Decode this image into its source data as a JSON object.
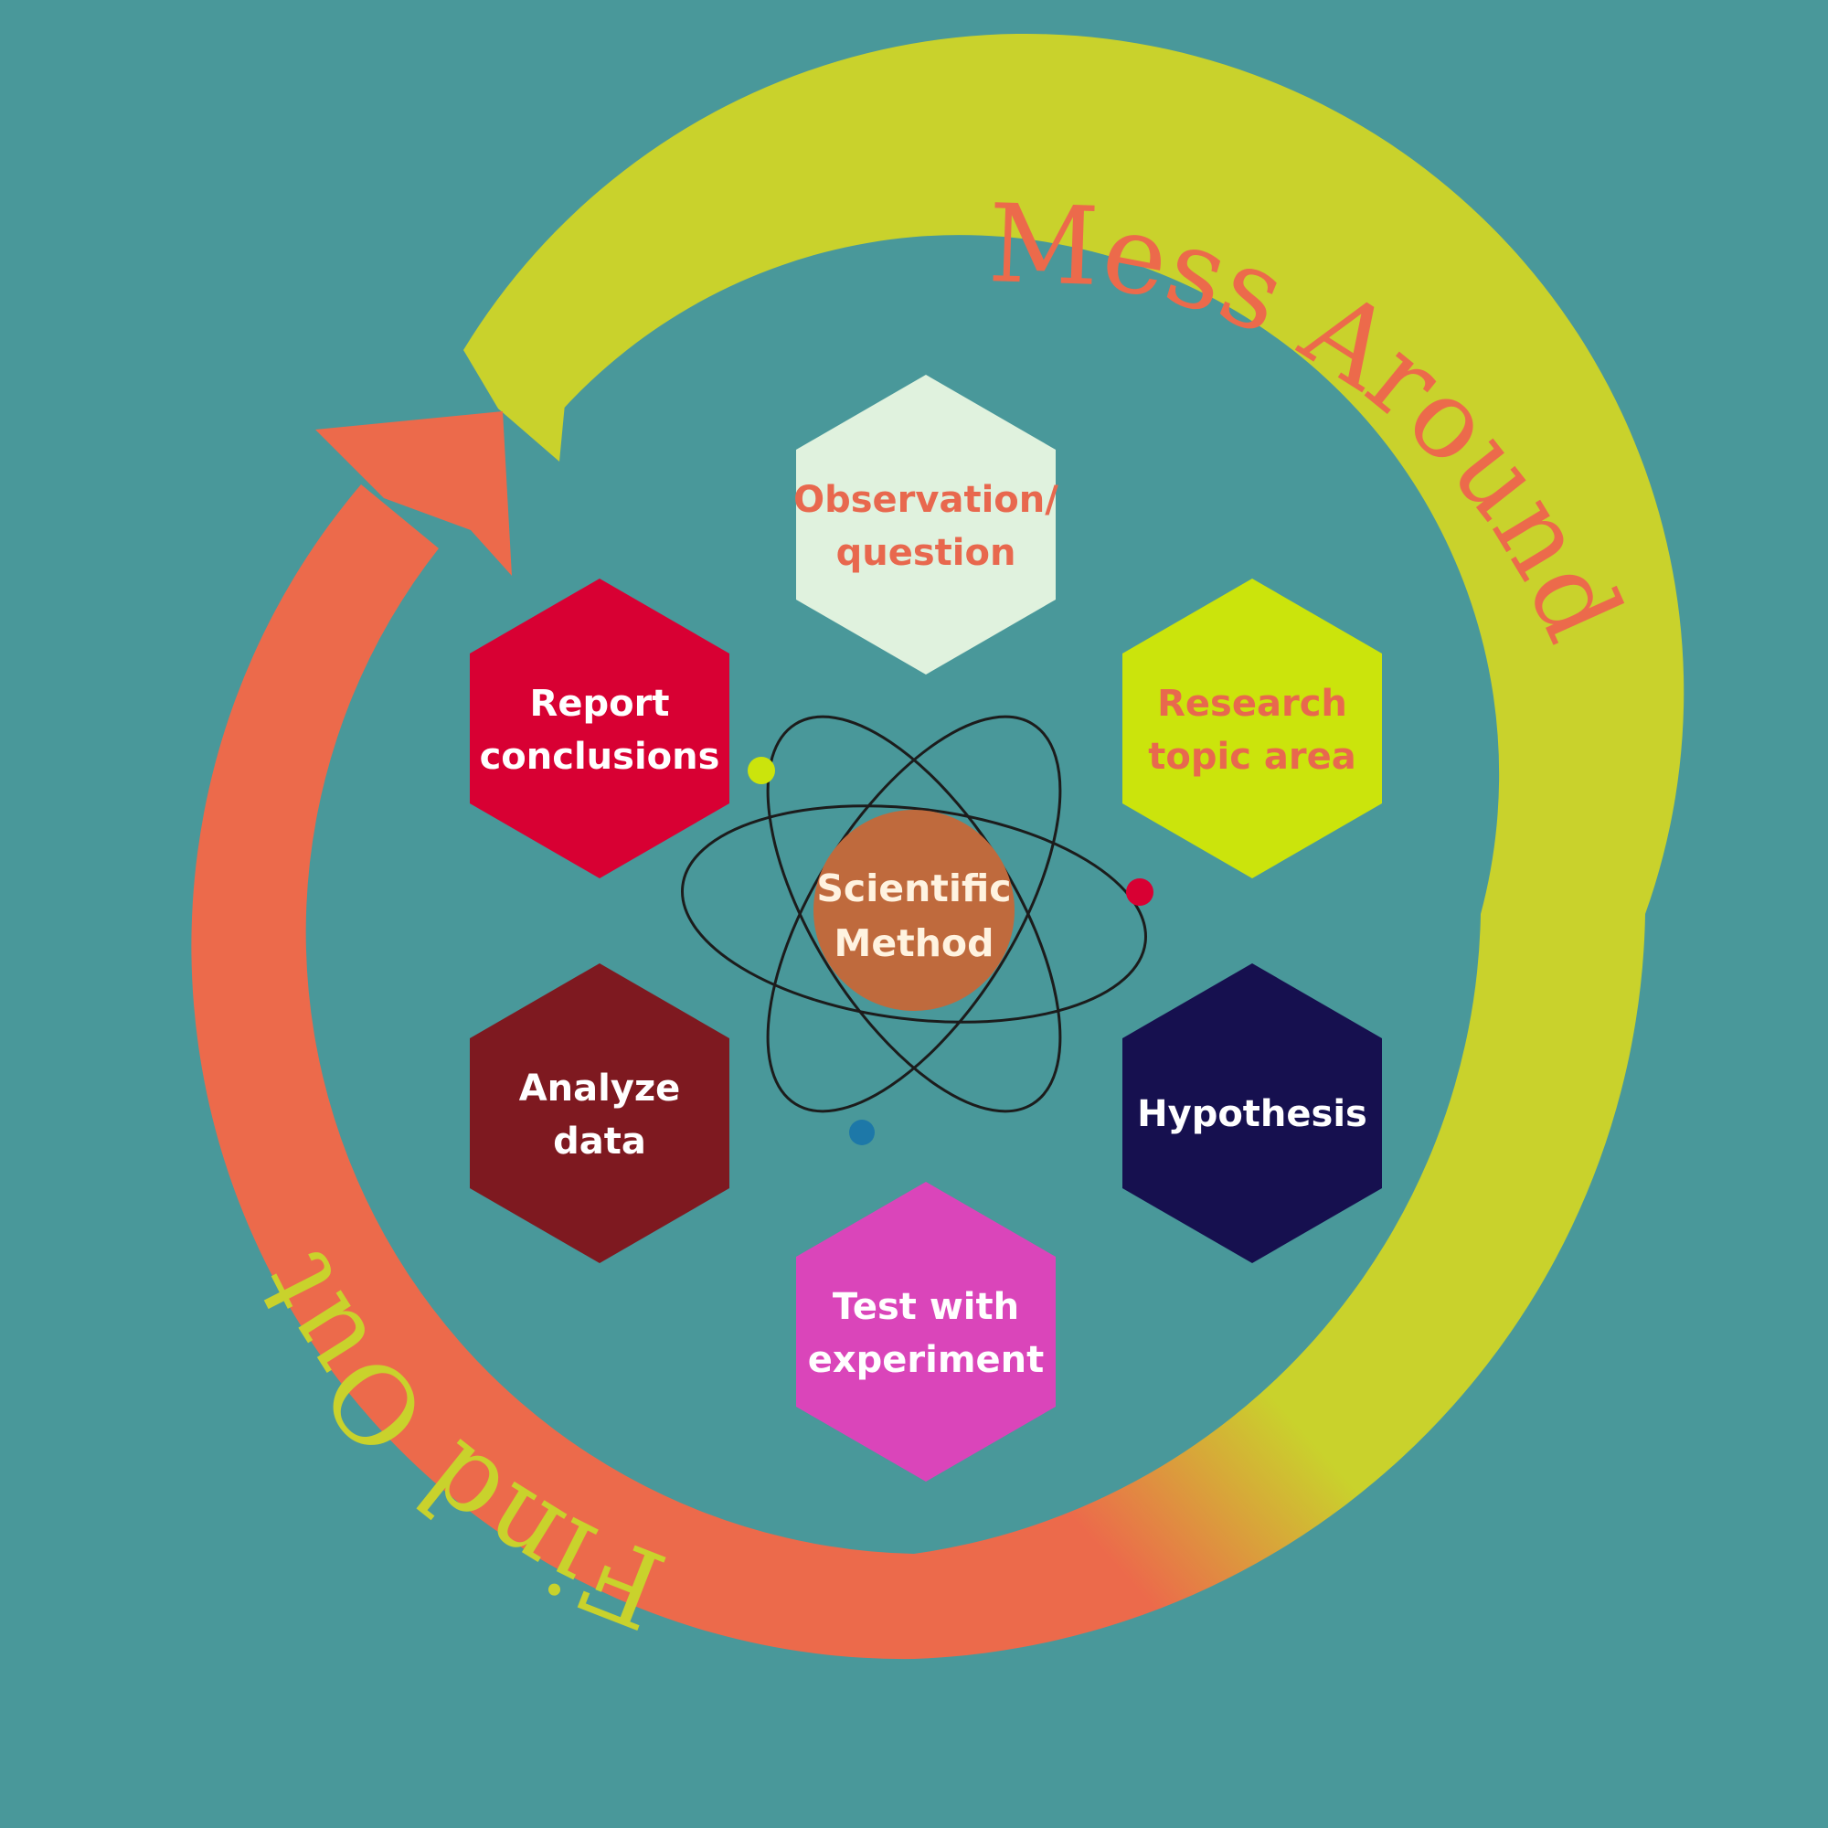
{
  "diagram": {
    "arrow_top_text": "Mess Around",
    "arrow_bottom_text": "Find Out",
    "center": {
      "line1": "Scientific",
      "line2": "Method"
    },
    "steps": [
      {
        "line1": "Observation/",
        "line2": "question",
        "fill": "#e0f2de",
        "text_color": "#e8684e"
      },
      {
        "line1": "Research",
        "line2": "topic area",
        "fill": "#cbe40c",
        "text_color": "#e8684e"
      },
      {
        "line1": "Hypothesis",
        "line2": "",
        "fill": "#16104f",
        "text_color": "#ffffff"
      },
      {
        "line1": "Test with",
        "line2": "experiment",
        "fill": "#da45ba",
        "text_color": "#ffffff"
      },
      {
        "line1": "Analyze",
        "line2": "data",
        "fill": "#7e1920",
        "text_color": "#ffffff"
      },
      {
        "line1": "Report",
        "line2": "conclusions",
        "fill": "#d80033",
        "text_color": "#ffffff"
      }
    ],
    "colors": {
      "background": "#49989a",
      "yellow_arrow": "#c9d22c",
      "orange_arrow": "#ec6a4b",
      "center_circle": "#bf6a3d",
      "orbit_line": "#1c1c1c",
      "electron_yellow": "#cbe40c",
      "electron_red": "#d80033",
      "electron_blue": "#1d78a8"
    }
  }
}
